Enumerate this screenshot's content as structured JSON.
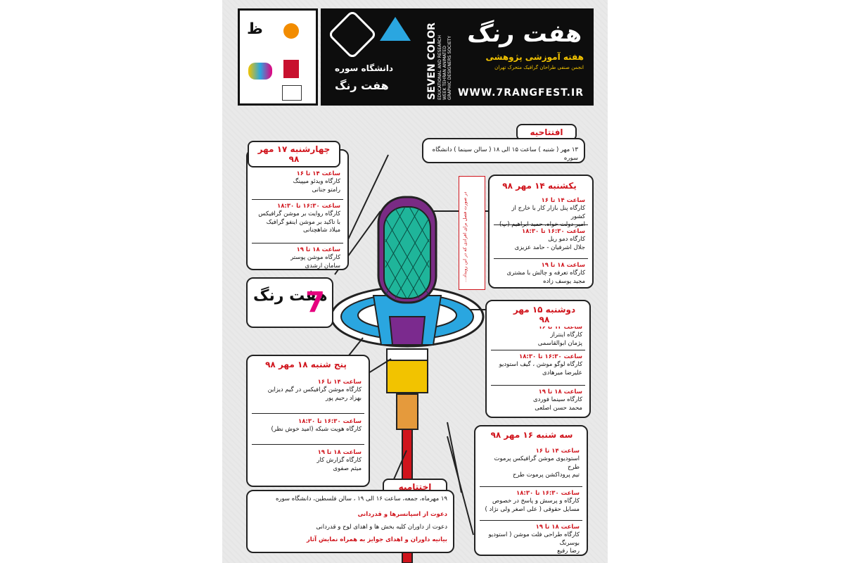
{
  "header": {
    "title_fa": "هفت رنگ",
    "subtitle_fa": "هفته آموزشی پژوهشی",
    "subtitle2_fa": "انجمن صنفی طراحان گرافیک متحرک تهران",
    "url": "WWW.7RANGFEST.IR",
    "en_line1": "SEVEN COLOR",
    "en_line2": "EDUCATIONAL AND RESEARCH",
    "en_line3": "WEEK TEHRAN ANIMATED",
    "en_line4": "GRAPHIC DESIGNERS SOCIETY",
    "university": "دانشگاه سوره",
    "logo_text": "هفت رنگ"
  },
  "opening": {
    "label": "افتتاحیه",
    "text": "۱۳ مهر ( شنبه ) ساعت ۱۵ الی ۱۸ ( سالن سینما ) دانشگاه سوره"
  },
  "side_note": "در صورت فصل برای افرادی که در این رویداد...",
  "days": {
    "wednesday": {
      "label": "چهارشنبه ۱۷ مهر ۹۸",
      "sessions": [
        {
          "time": "ساعت ۱۴ تا ۱۶",
          "line1": "کارگاه ویدئو میپینگ",
          "line2": "رامتو جنانی"
        },
        {
          "time": "ساعت ۱۶:۳۰ تا ۱۸:۳۰",
          "line1": "کارگاه روایت بر موشن گرافیکس",
          "line2": "با تاکید بر موشن اینفو گرافیک",
          "line3": "میلاد شاهچنانی"
        },
        {
          "time": "ساعت ۱۸ تا ۱۹",
          "line1": "کارگاه موشن پوستر",
          "line2": "سامان ارشدی"
        }
      ]
    },
    "sunday": {
      "label": "یکشنبه ۱۴ مهر ۹۸",
      "sessions": [
        {
          "time": "ساعت ۱۴ تا ۱۶",
          "line1": "کارگاه پنل بازار کار با خارج از کشور",
          "line2": "امیر دولت خواه، حمید ابراهیم (پ)"
        },
        {
          "time": "ساعت ۱۶:۳۰ تا ۱۸:۳۰",
          "line1": "کارگاه دمو ریل",
          "line2": "جلال اشرفیان - حامد عزیزی"
        },
        {
          "time": "ساعت ۱۸ تا ۱۹",
          "line1": "کارگاه تعرفه و چالش با مشتری",
          "line2": "مجید یوسف زاده"
        }
      ]
    },
    "monday": {
      "label": "دوشنبه ۱۵ مهر ۹۸",
      "sessions": [
        {
          "time": "ساعت ۱۴ تا ۱۶",
          "line1": "کارگاه اینتراز",
          "line2": "پژمان ابوالقاسمی"
        },
        {
          "time": "ساعت ۱۶:۳۰ تا ۱۸:۳۰",
          "line1": "کارگاه لوگو موشن ، گیف استودیو",
          "line2": "علیرضا میرهادی"
        },
        {
          "time": "ساعت ۱۸ تا ۱۹",
          "line1": "کارگاه سینما فوردی",
          "line2": "محمد حسن اصلعی"
        }
      ]
    },
    "thursday": {
      "label": "پنج شنبه ۱۸ مهر ۹۸",
      "sessions": [
        {
          "time": "ساعت ۱۴ تا ۱۶",
          "line1": "کارگاه موشن گرافیکس در گیم دیزاین",
          "line2": "بهزاد رحیم پور"
        },
        {
          "time": "ساعت ۱۶:۳۰ تا ۱۸:۳۰",
          "line1": "کارگاه هویت شبکه (امید خوش نظر)"
        },
        {
          "time": "ساعت ۱۸ تا ۱۹",
          "line1": "کارگاه گزارش کار",
          "line2": "میثم صفوی"
        }
      ]
    },
    "tuesday": {
      "label": "سه شنبه ۱۶ مهر ۹۸",
      "sessions": [
        {
          "time": "ساعت ۱۴ تا ۱۶",
          "line1": "استودیوی موشن گرافیکس پرموت طرح",
          "line2": "تیم پروداکشن پرموت طرح"
        },
        {
          "time": "ساعت ۱۶:۳۰ تا ۱۸:۳۰",
          "line1": "کارگاه و پرسش و پاسخ در خصوص",
          "line2": "مسایل حقوقی ( علی اصغر ولی نژاد )"
        },
        {
          "time": "ساعت ۱۸ تا ۱۹",
          "line1": "کارگاه طراحی فلت موشن ( استودیو بوسرنگ",
          "line2": "رضا رفیع"
        }
      ]
    }
  },
  "closing": {
    "label": "اختتامیه",
    "line1": "۱۹ مهرماه، جمعه، ساعت ۱۶ الی ۱۹ ، سالن فلسطین، دانشگاه سوره",
    "line2": "دعوت از اسپانسرها و قدردانی",
    "line3": "دعوت از داوران کلیه بخش ها و اهدای لوح و قدردانی",
    "line4": "بیانیه داوران و اهدای جوایز به همراه نمایش آثار"
  },
  "colors": {
    "accent_red": "#d0141c",
    "yellow": "#f2c300",
    "dark": "#0d0d0d"
  }
}
